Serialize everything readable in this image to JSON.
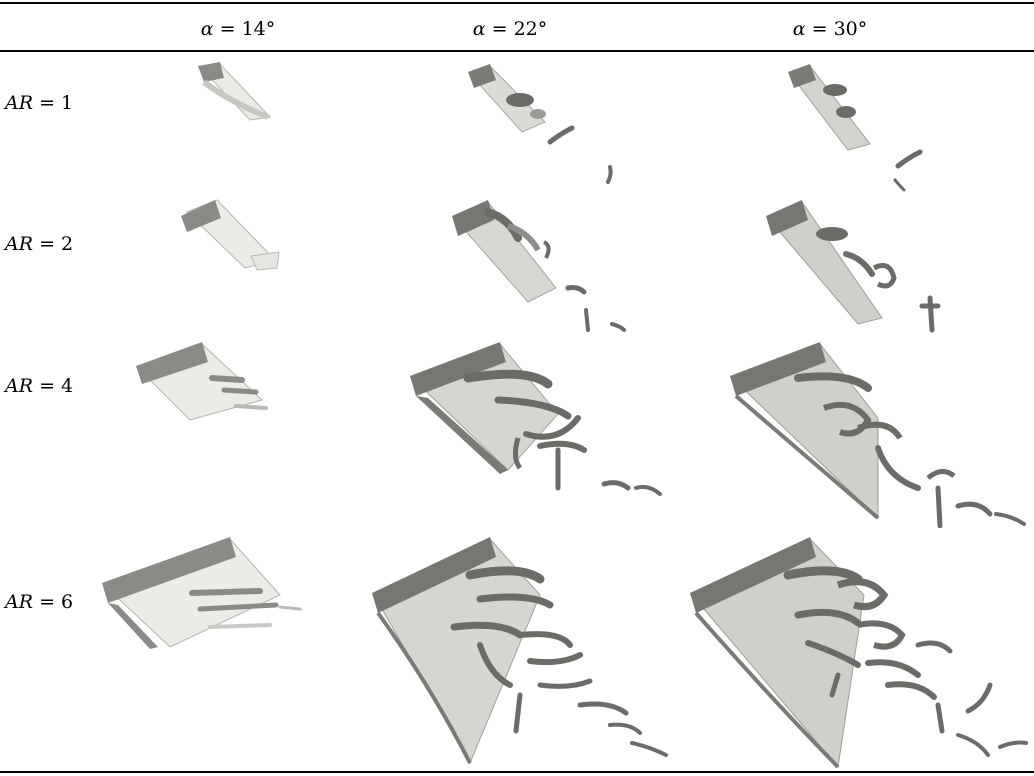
{
  "columns": [
    {
      "var": "α",
      "eq": " = ",
      "val": "14°"
    },
    {
      "var": "α",
      "eq": " = ",
      "val": "22°"
    },
    {
      "var": "α",
      "eq": " = ",
      "val": "30°"
    }
  ],
  "rows": [
    {
      "var": "AR",
      "eq": " = ",
      "val": "1"
    },
    {
      "var": "AR",
      "eq": " = ",
      "val": "2"
    },
    {
      "var": "AR",
      "eq": " = ",
      "val": "4"
    },
    {
      "var": "AR",
      "eq": " = ",
      "val": "6"
    }
  ],
  "colors": {
    "surface_light": "#ecece6",
    "surface_dark": "#707070",
    "surface_mid": "#9a9a96",
    "vortex": "#6b6b68",
    "vortex_highlight": "#b8b8b4"
  }
}
